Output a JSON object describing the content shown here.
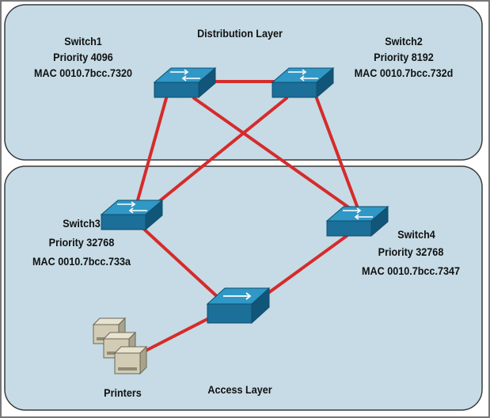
{
  "diagram": {
    "distribution_layer": {
      "title": "Distribution Layer"
    },
    "access_layer": {
      "title": "Access Layer"
    },
    "switches": {
      "switch1": {
        "name": "Switch1",
        "priority": "Priority 4096",
        "mac": "MAC 0010.7bcc.7320"
      },
      "switch2": {
        "name": "Switch2",
        "priority": "Priority 8192",
        "mac": "MAC 0010.7bcc.732d"
      },
      "switch3": {
        "name": "Switch3",
        "priority": "Priority 32768",
        "mac": "MAC 0010.7bcc.733a"
      },
      "switch4": {
        "name": "Switch4",
        "priority": "Priority 32768",
        "mac": "MAC 0010.7bcc.7347"
      }
    },
    "printers": {
      "label": "Printers"
    },
    "colors": {
      "layer_fill": "#c6dbe5",
      "layer_border": "#3a3a3a",
      "link": "#d62b2b",
      "switch_top": "#2f98c6",
      "switch_front": "#1b6f99",
      "switch_side": "#115679"
    }
  }
}
